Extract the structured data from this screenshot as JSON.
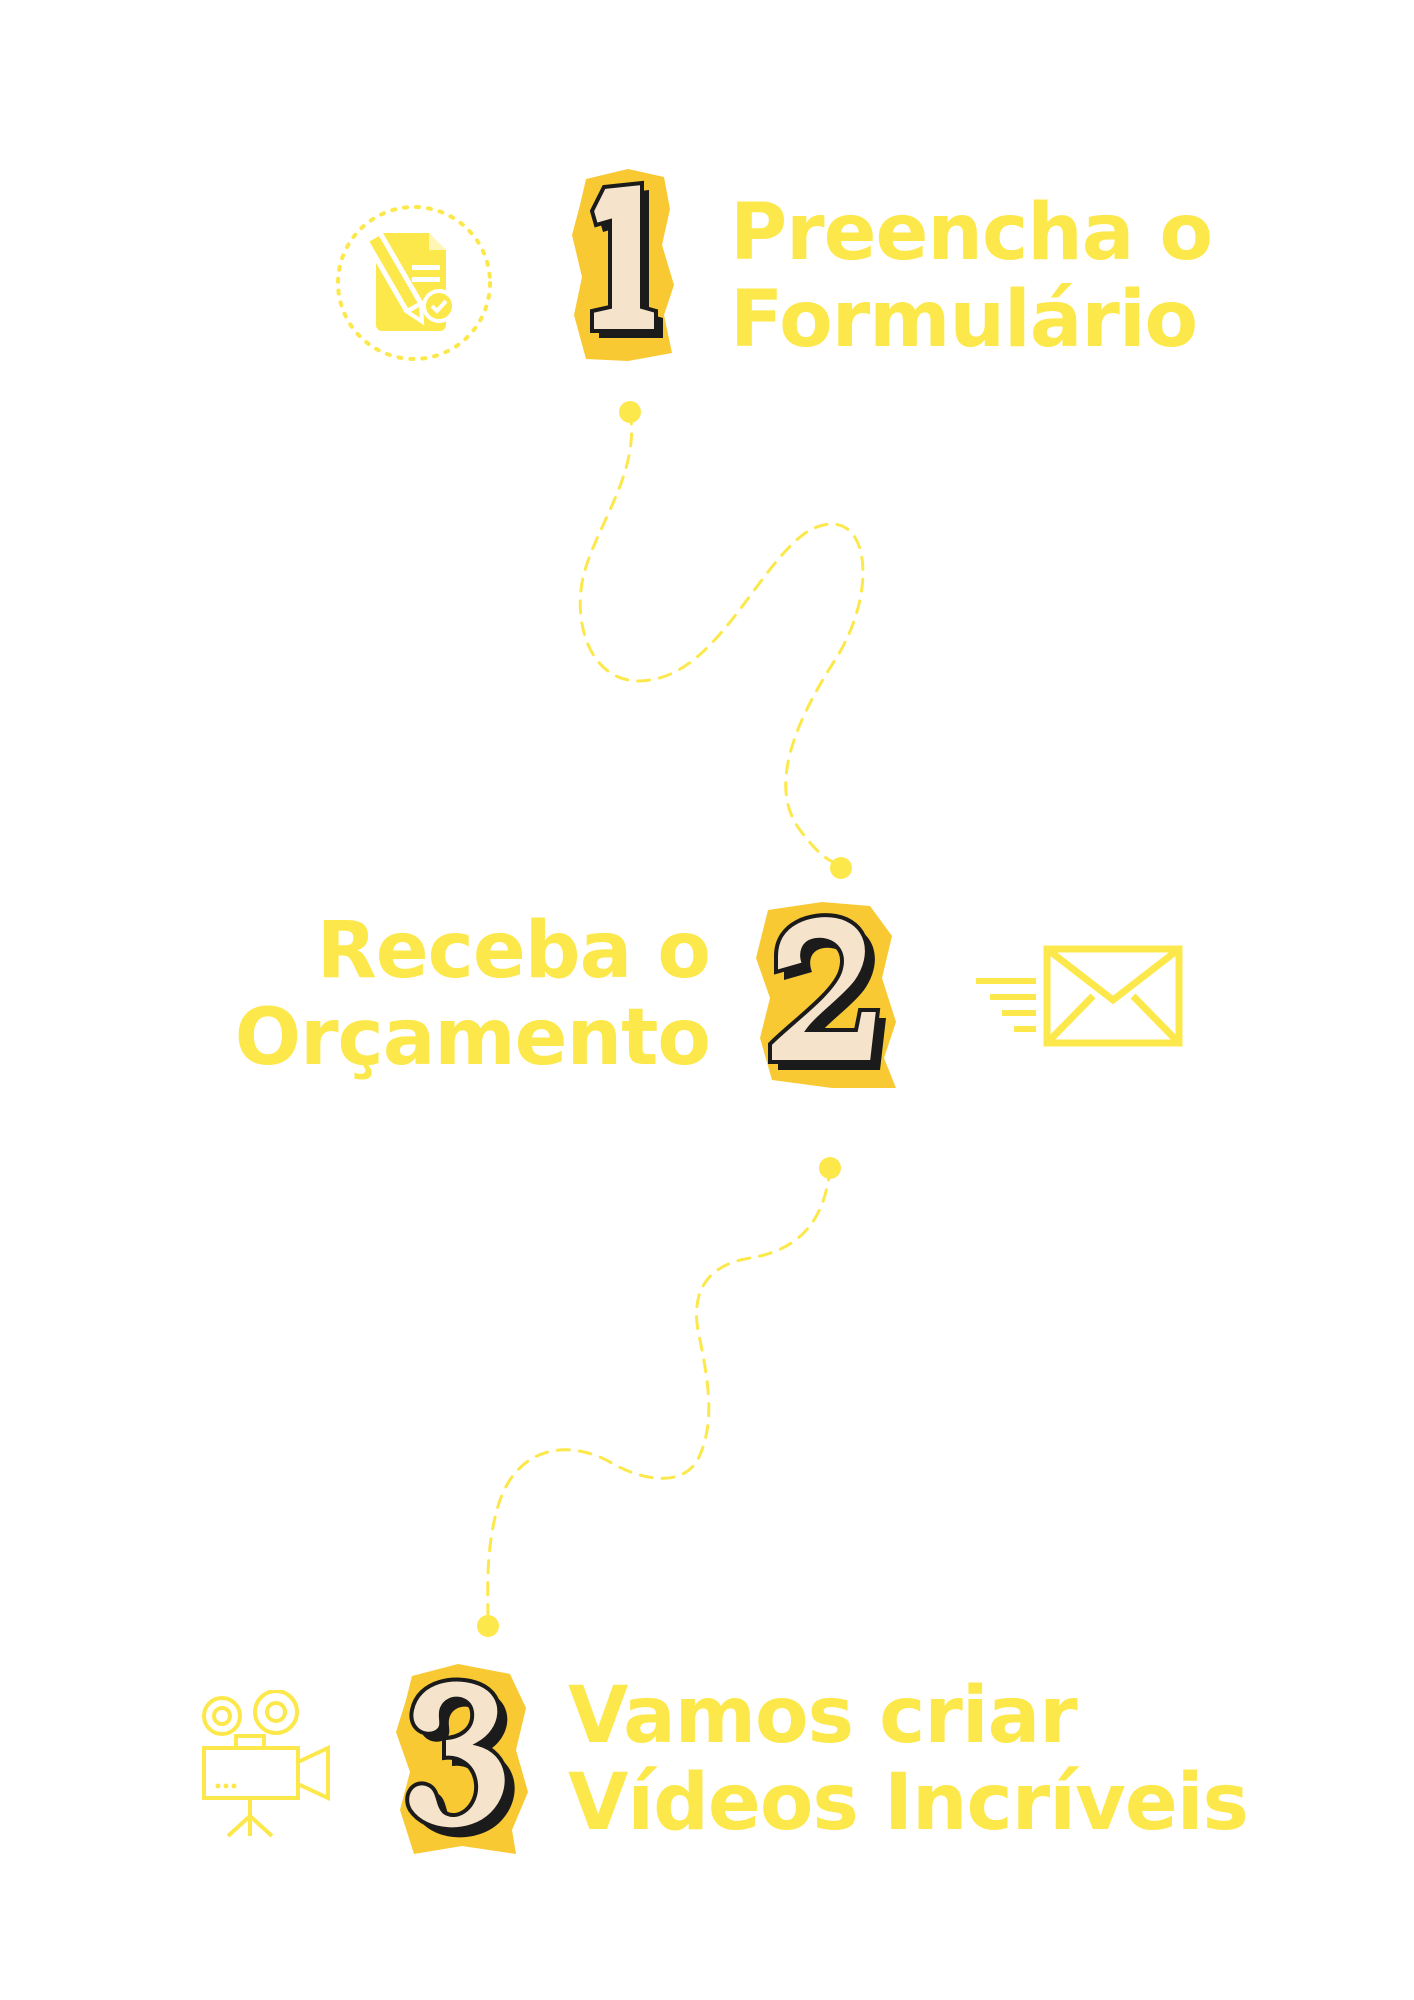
{
  "colors": {
    "accent": "#FDE84B",
    "badge_fill": "#F9C934",
    "numeral_fill": "#F6E3CC",
    "numeral_outline": "#1B1B1B",
    "background": "#FFFFFF"
  },
  "steps": [
    {
      "number": "1",
      "line1": "Preencha o",
      "line2": "Formulário",
      "icon": "form-checklist-icon"
    },
    {
      "number": "2",
      "line1": "Receba o",
      "line2": "Orçamento",
      "icon": "envelope-send-icon"
    },
    {
      "number": "3",
      "line1": "Vamos criar",
      "line2": "Vídeos Incríveis",
      "icon": "film-camera-icon"
    }
  ]
}
